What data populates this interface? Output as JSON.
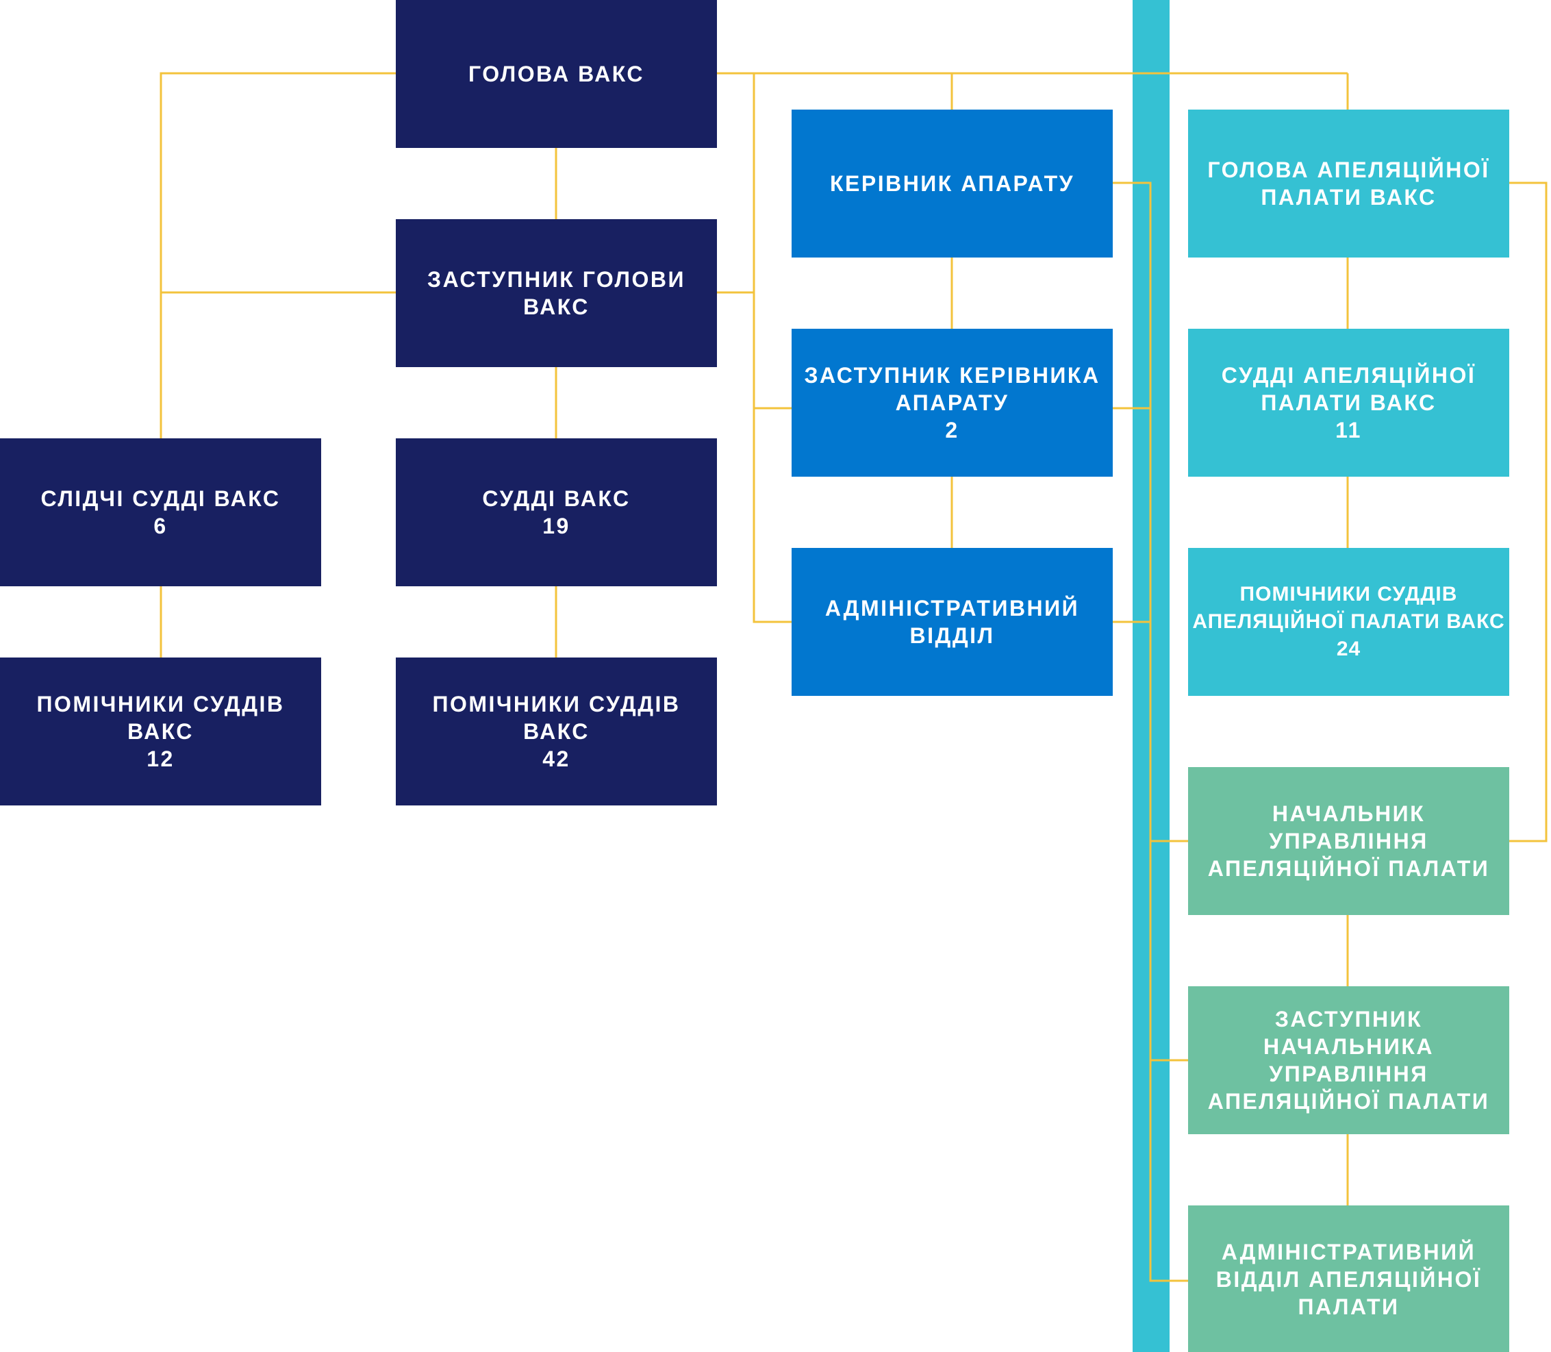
{
  "colors": {
    "navy": "#182061",
    "blue": "#0277cf",
    "teal": "#35c1d3",
    "green": "#6ec1a1",
    "connector": "#f3c33c",
    "bar": "#35c1d3"
  },
  "nodes": {
    "head": {
      "lines": [
        "Голова ВАКС"
      ]
    },
    "deputy_head": {
      "lines": [
        "Заступник голови",
        "ВАКС"
      ]
    },
    "investigating_judges": {
      "lines": [
        "Слідчі судді ВАКС"
      ],
      "count": "6"
    },
    "judges": {
      "lines": [
        "Судді ВАКС"
      ],
      "count": "19"
    },
    "investigating_judges_assistants": {
      "lines": [
        "Помічники суддів",
        "ВАКС"
      ],
      "count": "12"
    },
    "judges_assistants": {
      "lines": [
        "Помічники суддів",
        "ВАКС"
      ],
      "count": "42"
    },
    "chief_of_staff": {
      "lines": [
        "Керівник апарату"
      ]
    },
    "deputy_chief_of_staff": {
      "lines": [
        "Заступник керівника",
        "апарату"
      ],
      "count": "2"
    },
    "administrative_department": {
      "lines": [
        "Адміністративний",
        "відділ"
      ]
    },
    "appeal_chamber_head": {
      "lines": [
        "Голова апеляційної",
        "палати ВАКС"
      ]
    },
    "appeal_chamber_judges": {
      "lines": [
        "Судді апеляційної",
        "палати ВАКС"
      ],
      "count": "11"
    },
    "appeal_chamber_assistants": {
      "lines": [
        "Помічники суддів",
        "апеляційної палати ВАКС"
      ],
      "count": "24"
    },
    "appeal_administration_head": {
      "lines": [
        "Начальник",
        "управління",
        "апеляційної палати"
      ]
    },
    "appeal_administration_deputy": {
      "lines": [
        "Заступник",
        "начальника",
        "управління",
        "апеляційної палати"
      ]
    },
    "appeal_administrative_department": {
      "lines": [
        "Адміністративний",
        "відділ апеляційної",
        "палати"
      ]
    }
  }
}
